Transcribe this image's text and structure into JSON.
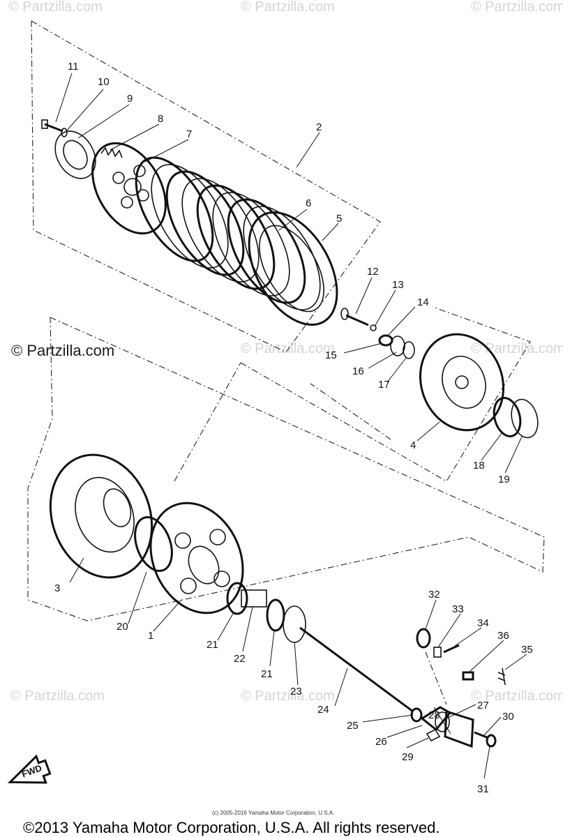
{
  "watermarks": {
    "corner": "© Partzilla.com",
    "main": "© Partzilla.com"
  },
  "callouts": [
    "1",
    "2",
    "3",
    "4",
    "5",
    "6",
    "7",
    "8",
    "9",
    "10",
    "11",
    "12",
    "13",
    "14",
    "15",
    "16",
    "17",
    "18",
    "19",
    "20",
    "21",
    "22",
    "21",
    "23",
    "24",
    "25",
    "26",
    "27",
    "28",
    "29",
    "30",
    "31",
    "32",
    "33",
    "34",
    "35",
    "36"
  ],
  "fwd_label": "FWD",
  "copyright_small": "(c) 2005-2016 Yamaha Motor Corporation, U.S.A.",
  "copyright_main": "©2013 Yamaha Motor Corporation, U.S.A. All rights reserved."
}
